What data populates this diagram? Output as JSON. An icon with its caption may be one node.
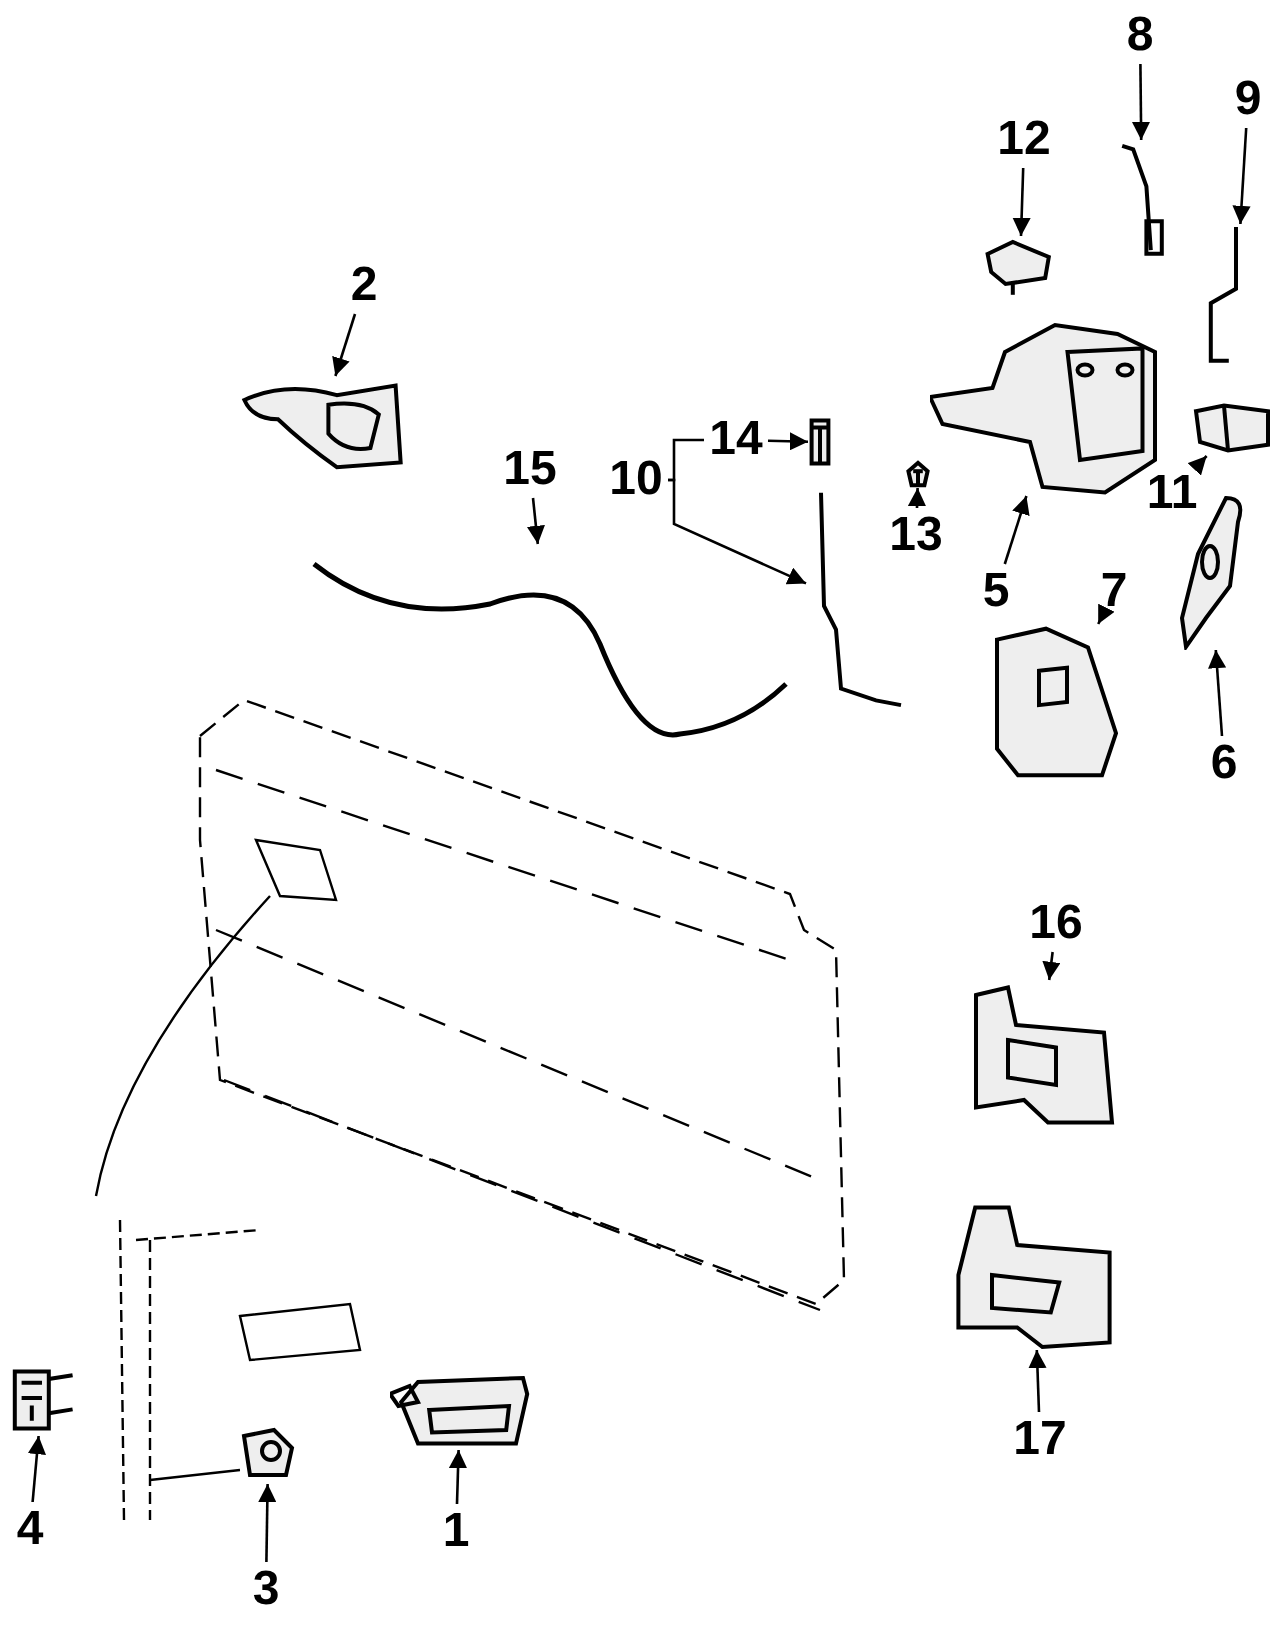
{
  "diagram": {
    "nodes": [
      {
        "text": [
          "1"
        ]
      },
      {
        "text": [
          "2"
        ]
      },
      {
        "text": [
          "3"
        ]
      },
      {
        "text": [
          "4"
        ]
      },
      {
        "text": [
          "5"
        ]
      },
      {
        "text": [
          "6"
        ]
      },
      {
        "text": [
          "7"
        ]
      },
      {
        "text": [
          "8"
        ]
      },
      {
        "text": [
          "9"
        ]
      },
      {
        "text": [
          "10"
        ]
      },
      {
        "text": [
          "11"
        ]
      },
      {
        "text": [
          "12"
        ]
      },
      {
        "text": [
          "13"
        ]
      },
      {
        "text": [
          "14"
        ]
      },
      {
        "text": [
          "15"
        ]
      },
      {
        "text": [
          "16"
        ]
      },
      {
        "text": [
          "17"
        ]
      },
      {
        "text": [],
        "shape": "picture"
      },
      {
        "text": [],
        "shape": "picture"
      },
      {
        "text": [],
        "shape": "picture"
      },
      {
        "text": [],
        "shape": "picture"
      },
      {
        "text": [],
        "shape": "picture"
      },
      {
        "text": [],
        "shape": "picture"
      },
      {
        "text": [],
        "shape": "picture"
      },
      {
        "text": [],
        "shape": "picture"
      },
      {
        "text": [],
        "shape": "picture"
      },
      {
        "text": [],
        "shape": "picture"
      },
      {
        "text": [],
        "shape": "picture"
      },
      {
        "text": [],
        "shape": "picture"
      },
      {
        "text": [],
        "shape": "picture"
      },
      {
        "text": [],
        "shape": "picture"
      },
      {
        "text": [],
        "shape": "picture"
      },
      {
        "text": [],
        "shape": "picture"
      },
      {
        "text": [],
        "shape": "picture"
      }
    ],
    "edges": [
      {
        "from": 0,
        "to": 17,
        "arrow": "to"
      },
      {
        "from": 1,
        "to": 18,
        "arrow": "to"
      },
      {
        "from": 2,
        "to": 19,
        "arrow": "to"
      },
      {
        "from": 3,
        "to": 20,
        "arrow": "to"
      },
      {
        "from": 4,
        "to": 21,
        "arrow": "to"
      },
      {
        "from": 5,
        "to": 22,
        "arrow": "to"
      },
      {
        "from": 6,
        "to": 23,
        "arrow": "to"
      },
      {
        "from": 7,
        "to": 24,
        "arrow": "to"
      },
      {
        "from": 8,
        "to": 25,
        "arrow": "to"
      },
      {
        "from": 9,
        "to": 26,
        "arrow": "to"
      },
      {
        "from": 10,
        "to": 27,
        "arrow": "to"
      },
      {
        "from": 11,
        "to": 28,
        "arrow": "to"
      },
      {
        "from": 12,
        "to": 29,
        "arrow": "to"
      },
      {
        "from": 13,
        "to": 30,
        "arrow": "to"
      },
      {
        "from": 14,
        "to": 31,
        "arrow": "to"
      },
      {
        "from": 15,
        "to": 32,
        "arrow": "to"
      },
      {
        "from": 16,
        "to": 33,
        "arrow": "to"
      },
      {
        "from": 9,
        "to": 13,
        "arrow": "none"
      }
    ]
  }
}
